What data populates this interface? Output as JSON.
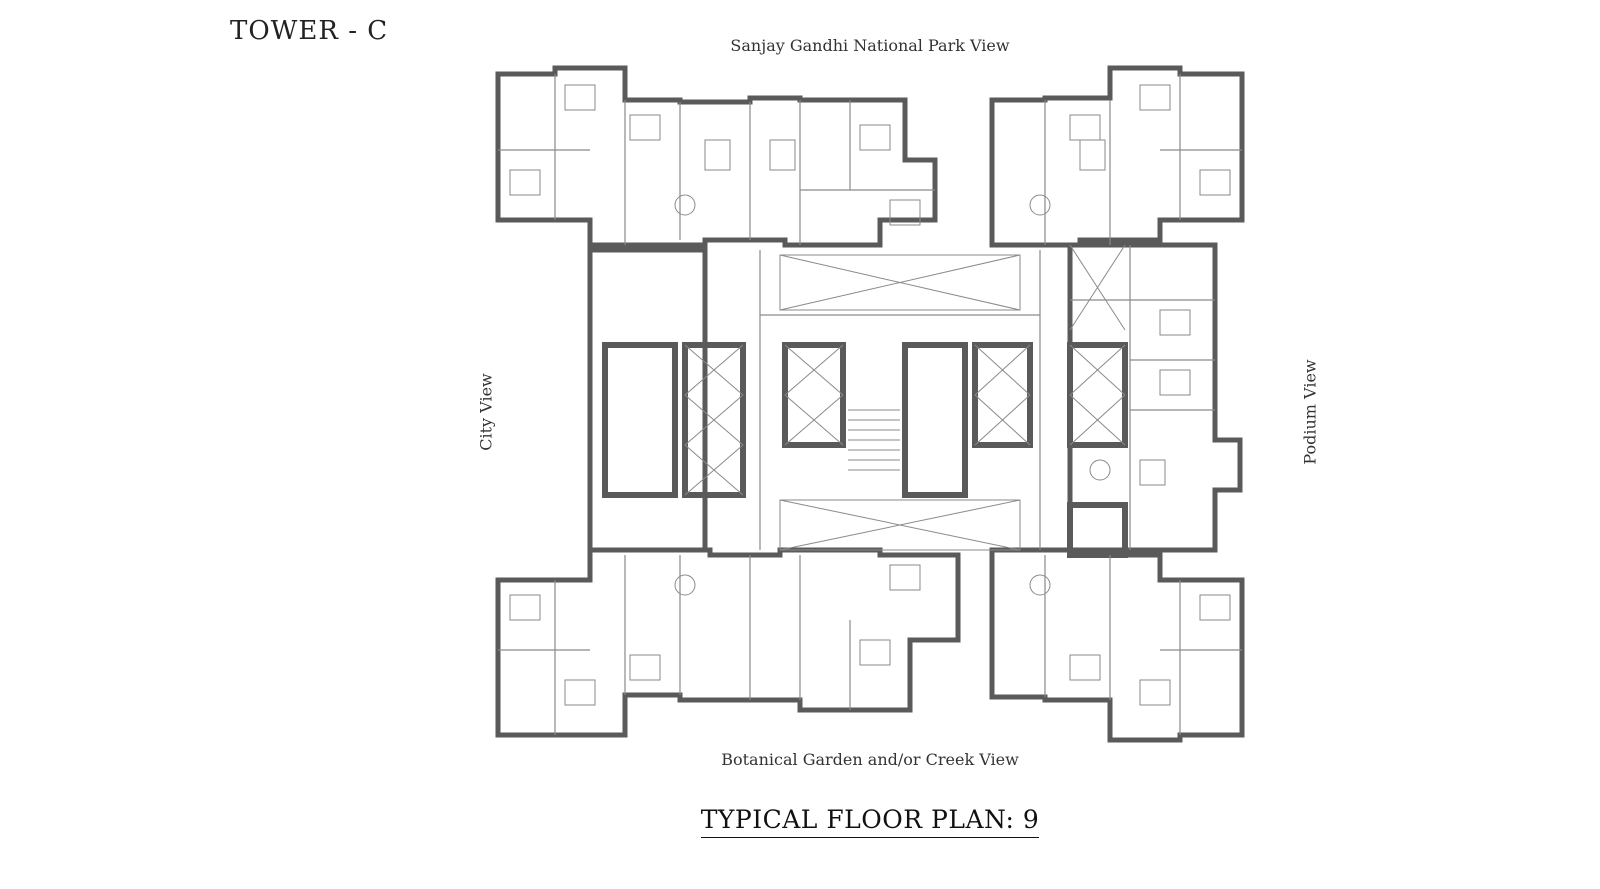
{
  "tower_title": "TOWER - C",
  "views": {
    "top": "Sanjay Gandhi National Park View",
    "bottom": "Botanical Garden and/or Creek View",
    "left": "City View",
    "right": "Podium View"
  },
  "plan_title": "TYPICAL FLOOR PLAN: 9",
  "colors": {
    "wall": "#5a5a5a",
    "line": "#8a8a8a",
    "fill": "#ffffff"
  }
}
